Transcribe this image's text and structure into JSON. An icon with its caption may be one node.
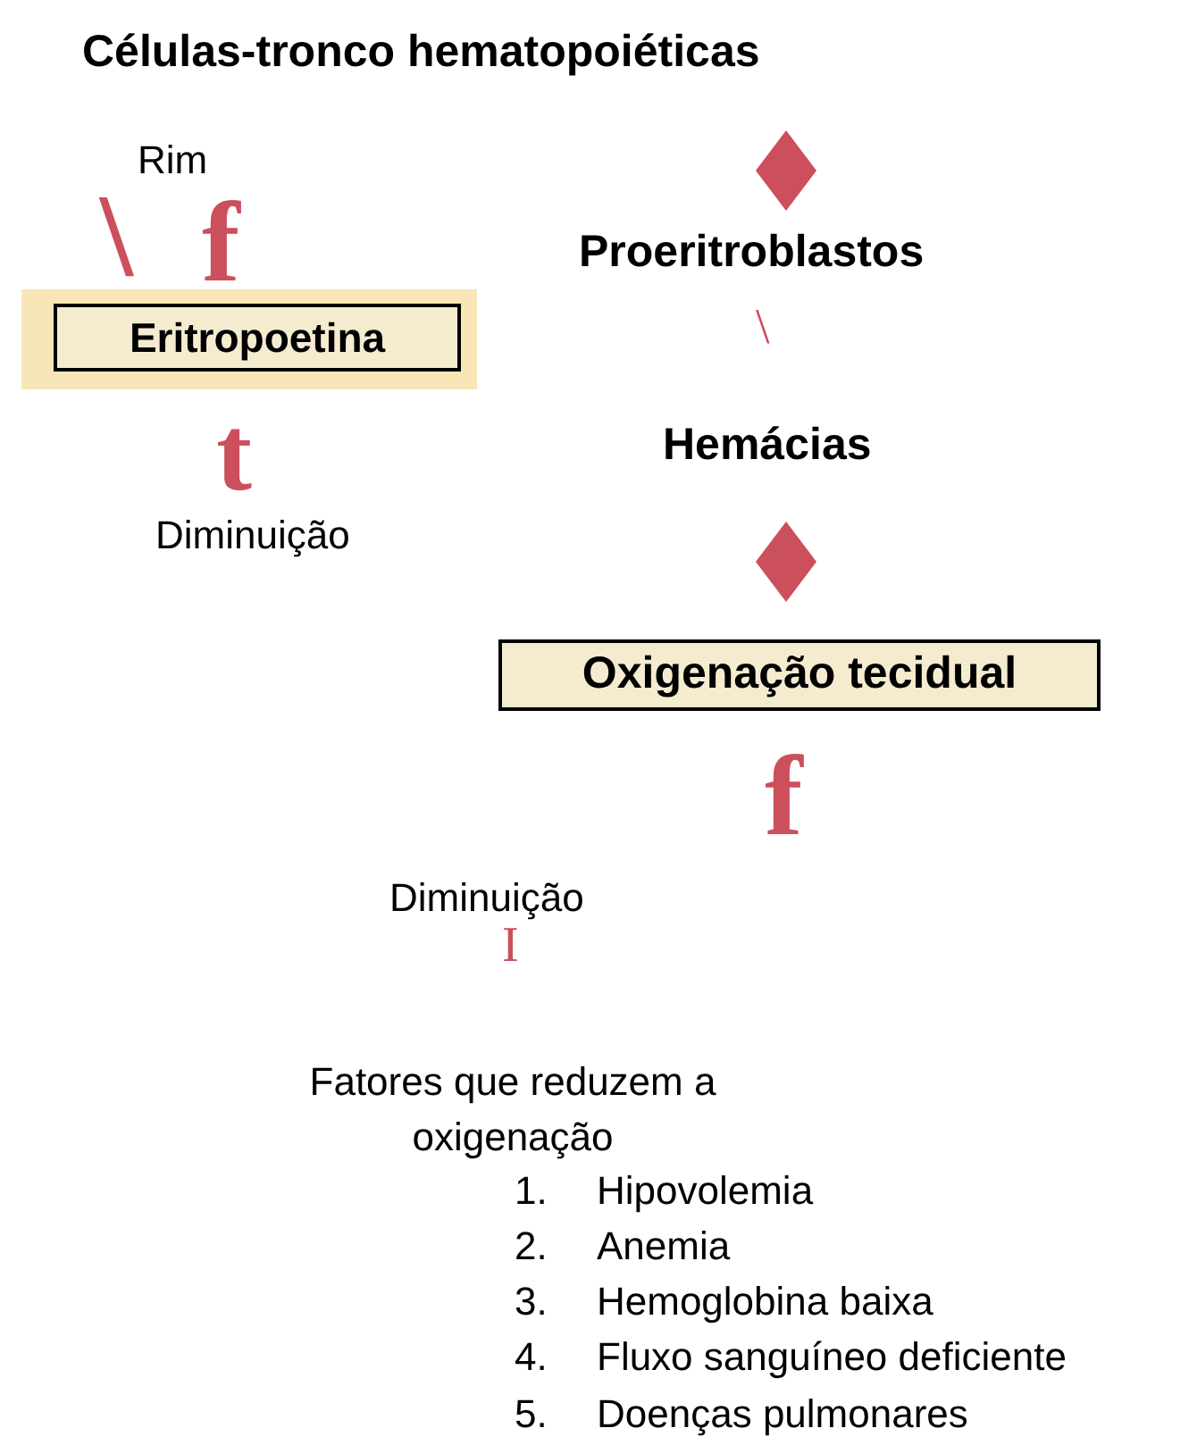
{
  "diagram": {
    "nodes": [
      {
        "text": [
          "Células-tronco hematopoiéticas"
        ]
      },
      {
        "text": [],
        "shape": "diamond"
      },
      {
        "text": [
          "Proeritroblastos"
        ]
      },
      {
        "text": [
          "Hemácias"
        ]
      },
      {
        "text": [],
        "shape": "diamond"
      },
      {
        "text": [
          "Oxigenação tecidual"
        ]
      },
      {
        "text": [
          "Eritropoetina"
        ]
      }
    ],
    "labels": [
      "Rim",
      "\\",
      "f",
      "t",
      "Diminuição",
      "\\",
      "f",
      "Diminuição",
      "I",
      "Fatores que reduzem a oxigenação",
      "1.",
      "Hipovolemia",
      "2.",
      "Anemia",
      "3.",
      "Hemoglobina baixa",
      "4.",
      "Fluxo sanguíneo deficiente",
      "5.",
      "Doenças pulmonares"
    ]
  }
}
